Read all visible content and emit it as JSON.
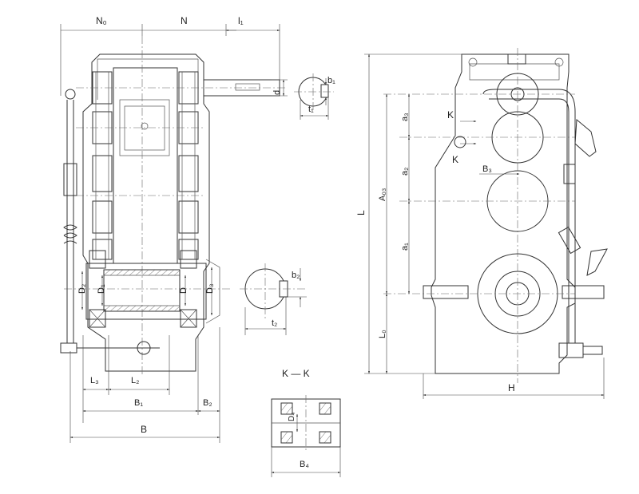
{
  "labels": {
    "n0": "N₀",
    "n": "N",
    "l1": "l₁",
    "d": "d",
    "b1": "b₁",
    "t1": "t₁",
    "d2": "D₂",
    "d1": "D₁",
    "d_hub": "D",
    "d3": "D₃",
    "b2": "b₂",
    "t2": "t₂",
    "l3": "L₃",
    "l2": "L₂",
    "b_1": "B₁",
    "b_2": "B₂",
    "b_total": "B",
    "kk_title": "K — K",
    "d4": "D₄",
    "b4": "B₄",
    "k_upper": "K",
    "k_lower": "K",
    "b3": "B₃",
    "a3": "a₃",
    "a2": "a₂",
    "a1": "a₁",
    "a03": "A₀₃",
    "l_total": "L",
    "l0": "L₀",
    "h": "H"
  }
}
